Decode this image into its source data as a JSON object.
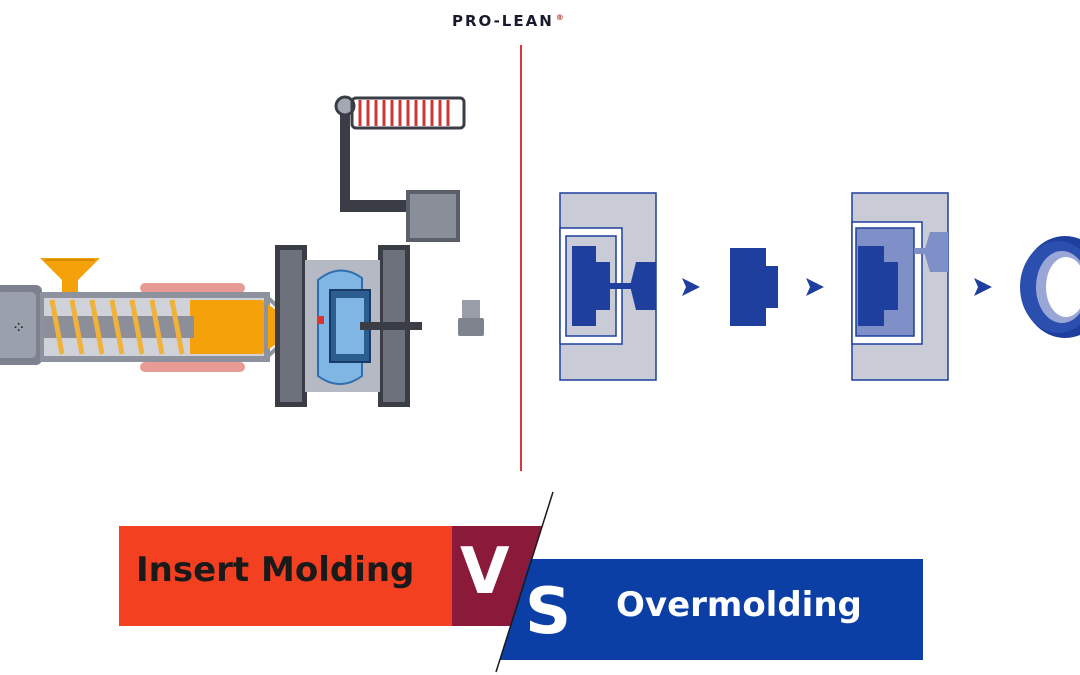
{
  "brand": {
    "logo_text": "PRO-LEAN",
    "registered_mark": "®"
  },
  "banner": {
    "left_label": "Insert Molding",
    "vs_v": "V",
    "vs_s": "S",
    "right_label": "Overmolding"
  },
  "colors": {
    "insert_red": "#f24021",
    "vs_maroon": "#8b1a3a",
    "overmold_blue": "#0b3fa6",
    "divider_red": "#d9363e",
    "mold_gray": "#c9ccd6",
    "part_blue": "#1f3f9e",
    "resin_orange": "#f5a20a"
  },
  "icons": [
    "hopper-icon",
    "screw-barrel-icon",
    "heater-band-icon",
    "mold-clamp-icon",
    "spring-icon",
    "insert-part-icon",
    "arrow-right-icon",
    "finished-ring-icon"
  ]
}
